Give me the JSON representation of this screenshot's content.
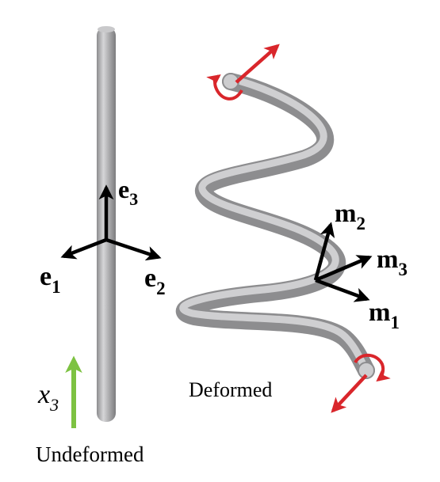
{
  "labels": {
    "e1_base": "e",
    "e1_sub": "1",
    "e2_base": "e",
    "e2_sub": "2",
    "e3_base": "e",
    "e3_sub": "3",
    "m1_base": "m",
    "m1_sub": "1",
    "m2_base": "m",
    "m2_sub": "2",
    "m3_base": "m",
    "m3_sub": "3",
    "x3_base": "x",
    "x3_sub": "3",
    "undeformed": "Undeformed",
    "deformed": "Deformed"
  },
  "colors": {
    "rod": "#a8a8aa",
    "frame_arrows": "#000000",
    "load_arrows": "#d9262b",
    "x3_arrow": "#7dc242"
  }
}
